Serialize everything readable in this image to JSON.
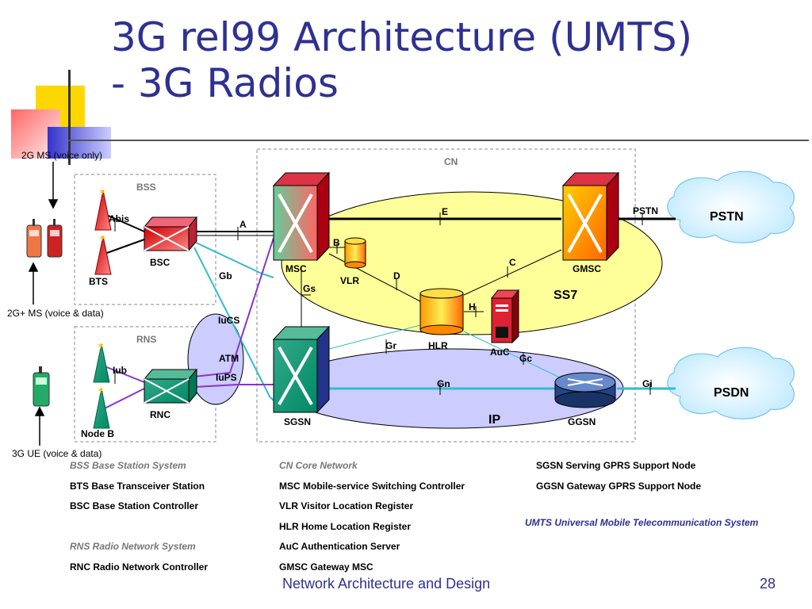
{
  "title_line1": "3G rel99 Architecture (UMTS)",
  "title_line2": "- 3G Radios",
  "ms_labels": {
    "ms2g": "2G MS (voice only)",
    "ms2gplus": "2G+ MS (voice & data)",
    "ue3g": "3G UE (voice & data)"
  },
  "boxes": {
    "bss": "BSS",
    "rns": "RNS",
    "cn": "CN"
  },
  "nodes": {
    "bts": "BTS",
    "bsc": "BSC",
    "rnc": "RNC",
    "nodeb": "Node B",
    "msc": "MSC",
    "vlr": "VLR",
    "hlr": "HLR",
    "auc": "AuC",
    "gmsc": "GMSC",
    "sgsn": "SGSN",
    "ggsn": "GGSN",
    "atm": "ATM"
  },
  "interfaces": {
    "abis": "Abis",
    "a": "A",
    "gb": "Gb",
    "iucs": "IuCS",
    "iups": "IuPS",
    "iub": "Iub",
    "b": "B",
    "c": "C",
    "d": "D",
    "e": "E",
    "h": "H",
    "gs": "Gs",
    "gr": "Gr",
    "gc": "Gc",
    "gn": "Gn",
    "gi": "Gi",
    "pstn_if": "PSTN"
  },
  "networks": {
    "ss7": "SS7",
    "ip": "IP",
    "pstn": "PSTN",
    "psdn": "PSDN"
  },
  "legend": {
    "col1": [
      "BSS  Base Station System",
      "BTS  Base Transceiver Station",
      "BSC  Base Station Controller",
      "RNS  Radio Network System",
      "RNC  Radio Network Controller"
    ],
    "col2": [
      "CN  Core Network",
      "MSC  Mobile-service Switching Controller",
      "VLR  Visitor Location Register",
      "HLR  Home Location Register",
      "AuC  Authentication Server",
      "GMSC  Gateway MSC"
    ],
    "col3": [
      "SGSN  Serving GPRS Support Node",
      "GGSN  Gateway GPRS Support Node",
      "UMTS  Universal Mobile Telecommunication System"
    ]
  },
  "footer": {
    "text": "Network Architecture and Design",
    "page": "28"
  },
  "colors": {
    "title": "#2e3192",
    "ss7_fill": "#ffff99",
    "ip_fill": "#ccccff",
    "cloud": "#ccf0ff"
  }
}
